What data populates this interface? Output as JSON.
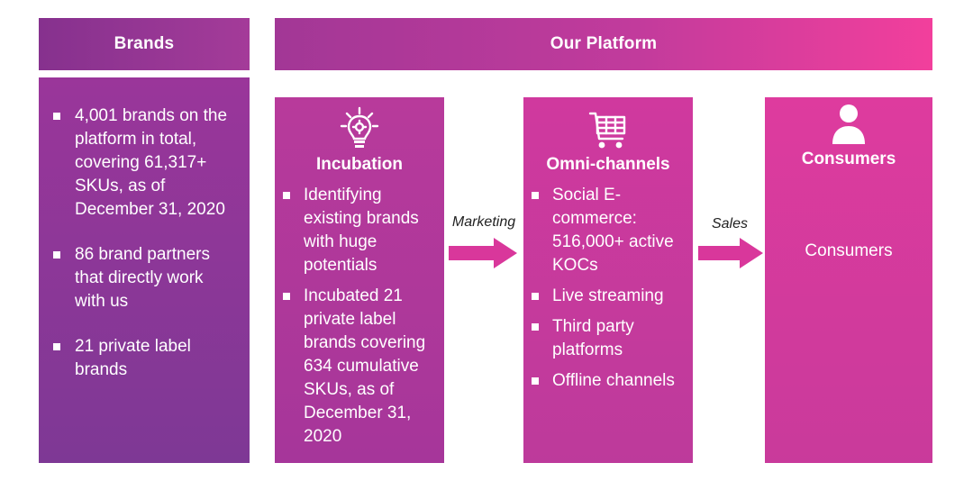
{
  "headers": {
    "brands": "Brands",
    "platform": "Our Platform"
  },
  "brands_panel": {
    "items": [
      "4,001 brands on the platform in total, covering 61,317+ SKUs, as of December 31, 2020",
      "86 brand partners that directly work with us",
      "21 private label brands"
    ]
  },
  "incubation": {
    "icon": "lightbulb-gear-icon",
    "title": "Incubation",
    "items": [
      "Identifying existing brands with huge potentials",
      "Incubated 21 private label brands covering 634 cumulative SKUs, as of December 31, 2020"
    ]
  },
  "arrows": {
    "marketing": "Marketing",
    "sales": "Sales"
  },
  "omni_channels": {
    "icon": "shopping-cart-icon",
    "title": "Omni-channels",
    "items": [
      "Social E-commerce: 516,000+ active KOCs",
      "Live streaming",
      "Third party platforms",
      "Offline channels"
    ]
  },
  "consumers": {
    "icon": "person-icon",
    "title": "Consumers",
    "text": "Consumers"
  },
  "colors": {
    "arrow": "#d9379b",
    "header_brands": "#8e3290",
    "header_platform_end": "#f23f9c",
    "bullet": "#ffffff"
  }
}
